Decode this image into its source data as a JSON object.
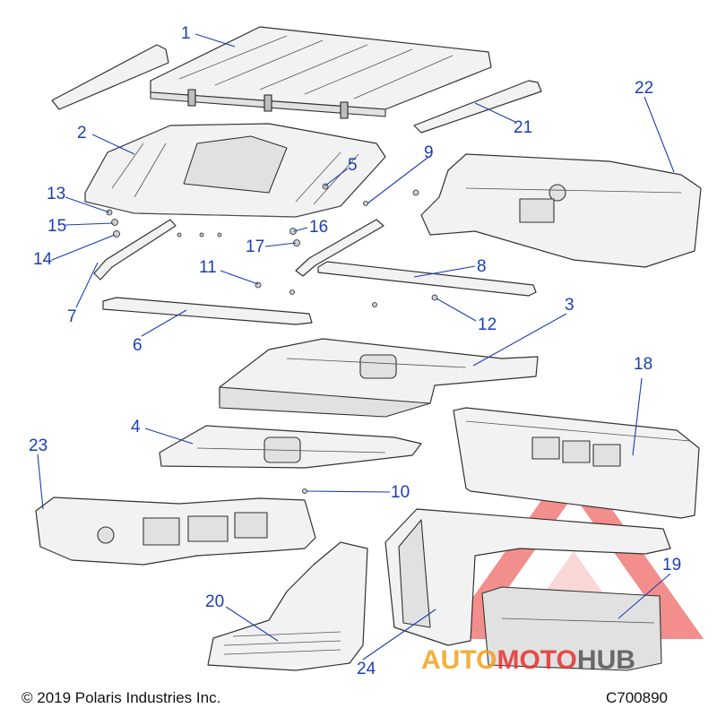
{
  "callouts": [
    {
      "label": "1"
    },
    {
      "label": "2"
    },
    {
      "label": "3"
    },
    {
      "label": "4"
    },
    {
      "label": "5"
    },
    {
      "label": "6"
    },
    {
      "label": "7"
    },
    {
      "label": "8"
    },
    {
      "label": "9"
    },
    {
      "label": "10"
    },
    {
      "label": "11"
    },
    {
      "label": "12"
    },
    {
      "label": "13"
    },
    {
      "label": "14"
    },
    {
      "label": "15"
    },
    {
      "label": "16"
    },
    {
      "label": "17"
    },
    {
      "label": "18"
    },
    {
      "label": "19"
    },
    {
      "label": "20"
    },
    {
      "label": "21"
    },
    {
      "label": "22"
    },
    {
      "label": "23"
    },
    {
      "label": "24"
    }
  ],
  "footer": {
    "copyright": "© 2019 Polaris Industries Inc.",
    "drawing_id": "C700890"
  },
  "watermark": {
    "word_a": "AUTO",
    "word_b": "MOTO",
    "word_c": "HUB",
    "color_a": "#f2a21b",
    "color_b": "#e8322e",
    "color_c": "#555555"
  },
  "colors": {
    "callout": "#1a3fb0",
    "line": "#333333"
  }
}
